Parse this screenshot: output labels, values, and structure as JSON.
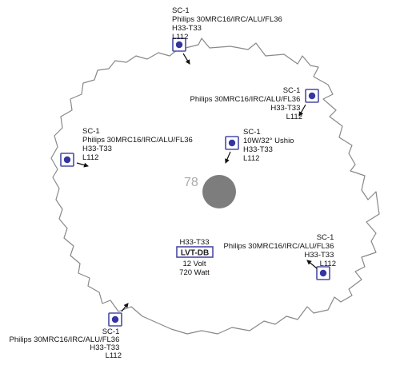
{
  "colors": {
    "fixture_border": "#4b4ba6",
    "fixture_dot": "#3535a0",
    "outline": "#888888",
    "center_disc": "#7d7d7d",
    "number": "#aaaaaa"
  },
  "fixtures": [
    {
      "id": "f1",
      "lines": [
        "SC-1",
        "Philips 30MRC16/IRC/ALU/FL36",
        "H33-T33",
        "L112"
      ]
    },
    {
      "id": "f2",
      "lines": [
        "SC-1",
        "Philips 30MRC16/IRC/ALU/FL36",
        "H33-T33",
        "L112"
      ]
    },
    {
      "id": "f3",
      "lines": [
        "SC-1",
        "Philips 30MRC16/IRC/ALU/FL36",
        "H33-T33",
        "L112"
      ]
    },
    {
      "id": "f4",
      "lines": [
        "SC-1",
        "10W/32° Ushio",
        "H33-T33",
        "L112"
      ]
    },
    {
      "id": "f5",
      "lines": [
        "SC-1",
        "Philips 30MRC16/IRC/ALU/FL36",
        "H33-T33",
        "L112"
      ]
    },
    {
      "id": "f6",
      "lines": [
        "SC-1",
        "Philips 30MRC16/IRC/ALU/FL36",
        "H33-T33",
        "L112"
      ]
    }
  ],
  "center_number": "78",
  "power_unit": {
    "above": "H33-T33",
    "label": "LVT-DB",
    "below": [
      "12 Volt",
      "720 Watt"
    ]
  }
}
